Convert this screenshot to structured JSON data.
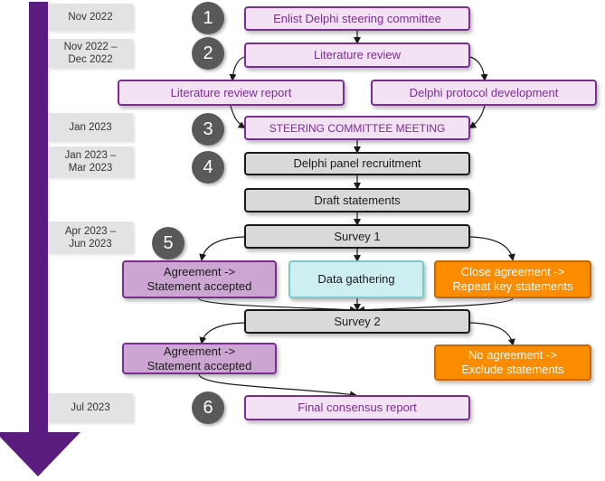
{
  "timeline": {
    "dates": [
      "Nov 2022",
      "Nov 2022 –\nDec 2022",
      "Jan 2023",
      "Jan 2023 –\nMar 2023",
      "Apr 2023 –\nJun 2023",
      "Jul 2023"
    ]
  },
  "steps": [
    "1",
    "2",
    "3",
    "4",
    "5",
    "6"
  ],
  "boxes": {
    "enlist": "Enlist Delphi steering committee",
    "lit_review": "Literature review",
    "lit_report": "Literature review report",
    "protocol": "Delphi protocol development",
    "meeting": "STEERING COMMITTEE MEETING",
    "recruitment": "Delphi panel recruitment",
    "draft": "Draft statements",
    "survey1": "Survey 1",
    "agree1": "Agreement ->\nStatement accepted",
    "data_gathering": "Data gathering",
    "close_agree": "Close agreement ->\nRepeat key statements",
    "survey2": "Survey 2",
    "agree2": "Agreement ->\nStatement accepted",
    "no_agree": "No agreement ->\nExclude statements",
    "final": "Final consensus report"
  },
  "colors": {
    "timeline_arrow": "#5b1c80",
    "lilac_fill": "#f3e1f4",
    "purple_border": "#7a2e92",
    "grey_fill": "#d9d9d9",
    "agreement_fill": "#cda5d3",
    "teal_fill": "#cdeff1",
    "orange_fill": "#fb8c00",
    "step_circle": "#595959",
    "date_fill": "#e3e3e3"
  }
}
